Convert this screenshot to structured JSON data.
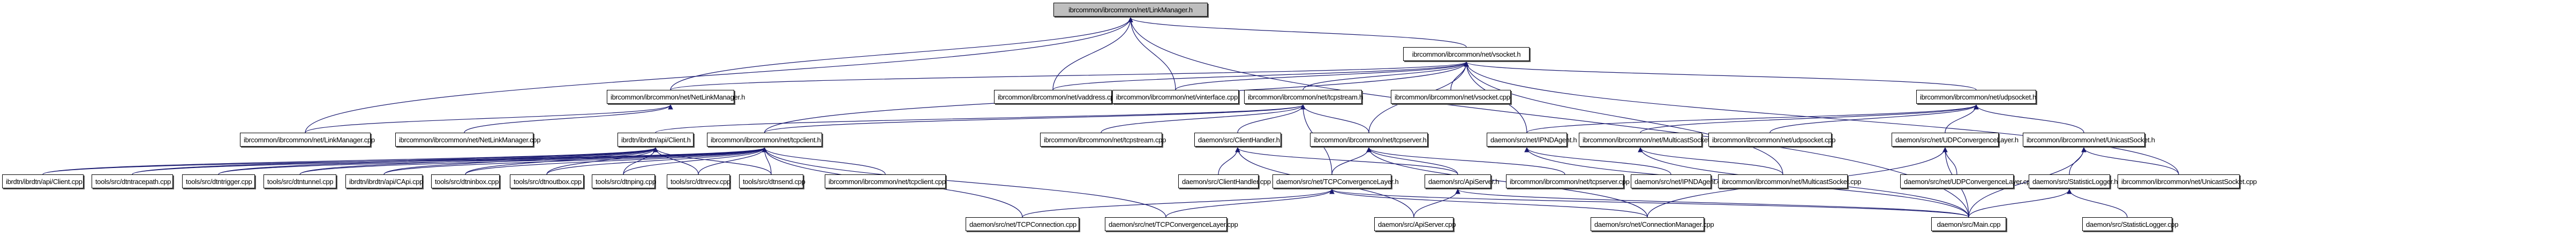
{
  "diagram": {
    "type": "include-dependency-graph",
    "edge_color": "#191970",
    "root_fill": "#bfbfbf",
    "nodes": [
      {
        "id": "n0",
        "label": "ibrcommon/ibrcommon/net/LinkManager.h",
        "root": true
      },
      {
        "id": "n1",
        "label": "ibrcommon/ibrcommon/net/vsocket.h"
      },
      {
        "id": "n2",
        "label": "ibrcommon/ibrcommon/net/NetLinkManager.h"
      },
      {
        "id": "n3",
        "label": "ibrcommon/ibrcommon/net/vaddress.cpp"
      },
      {
        "id": "n4",
        "label": "ibrcommon/ibrcommon/net/vinterface.cpp"
      },
      {
        "id": "n5",
        "label": "ibrcommon/ibrcommon/net/tcpstream.h"
      },
      {
        "id": "n6",
        "label": "ibrcommon/ibrcommon/net/vsocket.cpp"
      },
      {
        "id": "n7",
        "label": "ibrcommon/ibrcommon/net/udpsocket.h"
      },
      {
        "id": "n8",
        "label": "ibrcommon/ibrcommon/net/LinkManager.cpp"
      },
      {
        "id": "n9",
        "label": "ibrcommon/ibrcommon/net/NetLinkManager.cpp"
      },
      {
        "id": "n10",
        "label": "ibrdtn/ibrdtn/api/Client.h"
      },
      {
        "id": "n11",
        "label": "ibrcommon/ibrcommon/net/tcpclient.h"
      },
      {
        "id": "n12",
        "label": "ibrcommon/ibrcommon/net/tcpstream.cpp"
      },
      {
        "id": "n13",
        "label": "daemon/src/ClientHandler.h"
      },
      {
        "id": "n14",
        "label": "ibrcommon/ibrcommon/net/tcpserver.h"
      },
      {
        "id": "n15",
        "label": "daemon/src/net/IPNDAgent.h"
      },
      {
        "id": "n16",
        "label": "ibrcommon/ibrcommon/net/MulticastSocket.h"
      },
      {
        "id": "n17",
        "label": "ibrcommon/ibrcommon/net/udpsocket.cpp"
      },
      {
        "id": "n18",
        "label": "daemon/src/net/UDPConvergenceLayer.h"
      },
      {
        "id": "n19",
        "label": "ibrcommon/ibrcommon/net/UnicastSocket.h"
      },
      {
        "id": "n20",
        "label": "ibrdtn/ibrdtn/api/Client.cpp"
      },
      {
        "id": "n21",
        "label": "tools/src/dtntracepath.cpp"
      },
      {
        "id": "n22",
        "label": "tools/src/dtntrigger.cpp"
      },
      {
        "id": "n23",
        "label": "tools/src/dtntunnel.cpp"
      },
      {
        "id": "n24",
        "label": "ibrdtn/ibrdtn/api/CApi.cpp"
      },
      {
        "id": "n25",
        "label": "tools/src/dtninbox.cpp"
      },
      {
        "id": "n26",
        "label": "tools/src/dtnoutbox.cpp"
      },
      {
        "id": "n27",
        "label": "tools/src/dtnping.cpp"
      },
      {
        "id": "n28",
        "label": "tools/src/dtnrecv.cpp"
      },
      {
        "id": "n29",
        "label": "tools/src/dtnsend.cpp"
      },
      {
        "id": "n30",
        "label": "ibrcommon/ibrcommon/net/tcpclient.cpp"
      },
      {
        "id": "n31",
        "label": "daemon/src/ClientHandler.cpp"
      },
      {
        "id": "n32",
        "label": "daemon/src/net/TCPConvergenceLayer.h"
      },
      {
        "id": "n33",
        "label": "daemon/src/ApiServer.h"
      },
      {
        "id": "n34",
        "label": "ibrcommon/ibrcommon/net/tcpserver.cpp"
      },
      {
        "id": "n35",
        "label": "daemon/src/net/IPNDAgent.cpp"
      },
      {
        "id": "n36",
        "label": "ibrcommon/ibrcommon/net/MulticastSocket.cpp"
      },
      {
        "id": "n37",
        "label": "daemon/src/net/UDPConvergenceLayer.cpp"
      },
      {
        "id": "n38",
        "label": "daemon/src/StatisticLogger.h"
      },
      {
        "id": "n39",
        "label": "ibrcommon/ibrcommon/net/UnicastSocket.cpp"
      },
      {
        "id": "n40",
        "label": "daemon/src/net/TCPConnection.cpp"
      },
      {
        "id": "n41",
        "label": "daemon/src/net/TCPConvergenceLayer.cpp"
      },
      {
        "id": "n42",
        "label": "daemon/src/ApiServer.cpp"
      },
      {
        "id": "n43",
        "label": "daemon/src/net/ConnectionManager.cpp"
      },
      {
        "id": "n44",
        "label": "daemon/src/Main.cpp"
      },
      {
        "id": "n45",
        "label": "daemon/src/StatisticLogger.cpp"
      }
    ],
    "edges": [
      [
        "n1",
        "n0"
      ],
      [
        "n2",
        "n0"
      ],
      [
        "n3",
        "n0"
      ],
      [
        "n4",
        "n0"
      ],
      [
        "n8",
        "n0"
      ],
      [
        "n44",
        "n0"
      ],
      [
        "n2",
        "n1"
      ],
      [
        "n3",
        "n1"
      ],
      [
        "n4",
        "n1"
      ],
      [
        "n5",
        "n1"
      ],
      [
        "n6",
        "n1"
      ],
      [
        "n7",
        "n1"
      ],
      [
        "n14",
        "n1"
      ],
      [
        "n15",
        "n1"
      ],
      [
        "n36",
        "n1"
      ],
      [
        "n39",
        "n1"
      ],
      [
        "n11",
        "n1"
      ],
      [
        "n8",
        "n2"
      ],
      [
        "n9",
        "n2"
      ],
      [
        "n10",
        "n5"
      ],
      [
        "n11",
        "n5"
      ],
      [
        "n12",
        "n5"
      ],
      [
        "n13",
        "n5"
      ],
      [
        "n14",
        "n5"
      ],
      [
        "n32",
        "n5"
      ],
      [
        "n15",
        "n7"
      ],
      [
        "n16",
        "n7"
      ],
      [
        "n17",
        "n7"
      ],
      [
        "n18",
        "n7"
      ],
      [
        "n19",
        "n7"
      ],
      [
        "n20",
        "n10"
      ],
      [
        "n21",
        "n10"
      ],
      [
        "n22",
        "n10"
      ],
      [
        "n23",
        "n10"
      ],
      [
        "n24",
        "n10"
      ],
      [
        "n25",
        "n10"
      ],
      [
        "n26",
        "n10"
      ],
      [
        "n27",
        "n10"
      ],
      [
        "n28",
        "n10"
      ],
      [
        "n29",
        "n10"
      ],
      [
        "n20",
        "n11"
      ],
      [
        "n21",
        "n11"
      ],
      [
        "n22",
        "n11"
      ],
      [
        "n23",
        "n11"
      ],
      [
        "n24",
        "n11"
      ],
      [
        "n25",
        "n11"
      ],
      [
        "n26",
        "n11"
      ],
      [
        "n27",
        "n11"
      ],
      [
        "n28",
        "n11"
      ],
      [
        "n29",
        "n11"
      ],
      [
        "n30",
        "n11"
      ],
      [
        "n40",
        "n11"
      ],
      [
        "n41",
        "n11"
      ],
      [
        "n31",
        "n13"
      ],
      [
        "n33",
        "n13"
      ],
      [
        "n42",
        "n13"
      ],
      [
        "n32",
        "n14"
      ],
      [
        "n33",
        "n14"
      ],
      [
        "n34",
        "n14"
      ],
      [
        "n43",
        "n14"
      ],
      [
        "n35",
        "n15"
      ],
      [
        "n44",
        "n15"
      ],
      [
        "n36",
        "n16"
      ],
      [
        "n44",
        "n16"
      ],
      [
        "n37",
        "n18"
      ],
      [
        "n44",
        "n18"
      ],
      [
        "n43",
        "n18"
      ],
      [
        "n38",
        "n19"
      ],
      [
        "n39",
        "n19"
      ],
      [
        "n44",
        "n19"
      ],
      [
        "n40",
        "n32"
      ],
      [
        "n41",
        "n32"
      ],
      [
        "n43",
        "n32"
      ],
      [
        "n44",
        "n32"
      ],
      [
        "n42",
        "n33"
      ],
      [
        "n44",
        "n33"
      ],
      [
        "n44",
        "n38"
      ],
      [
        "n45",
        "n38"
      ]
    ]
  }
}
